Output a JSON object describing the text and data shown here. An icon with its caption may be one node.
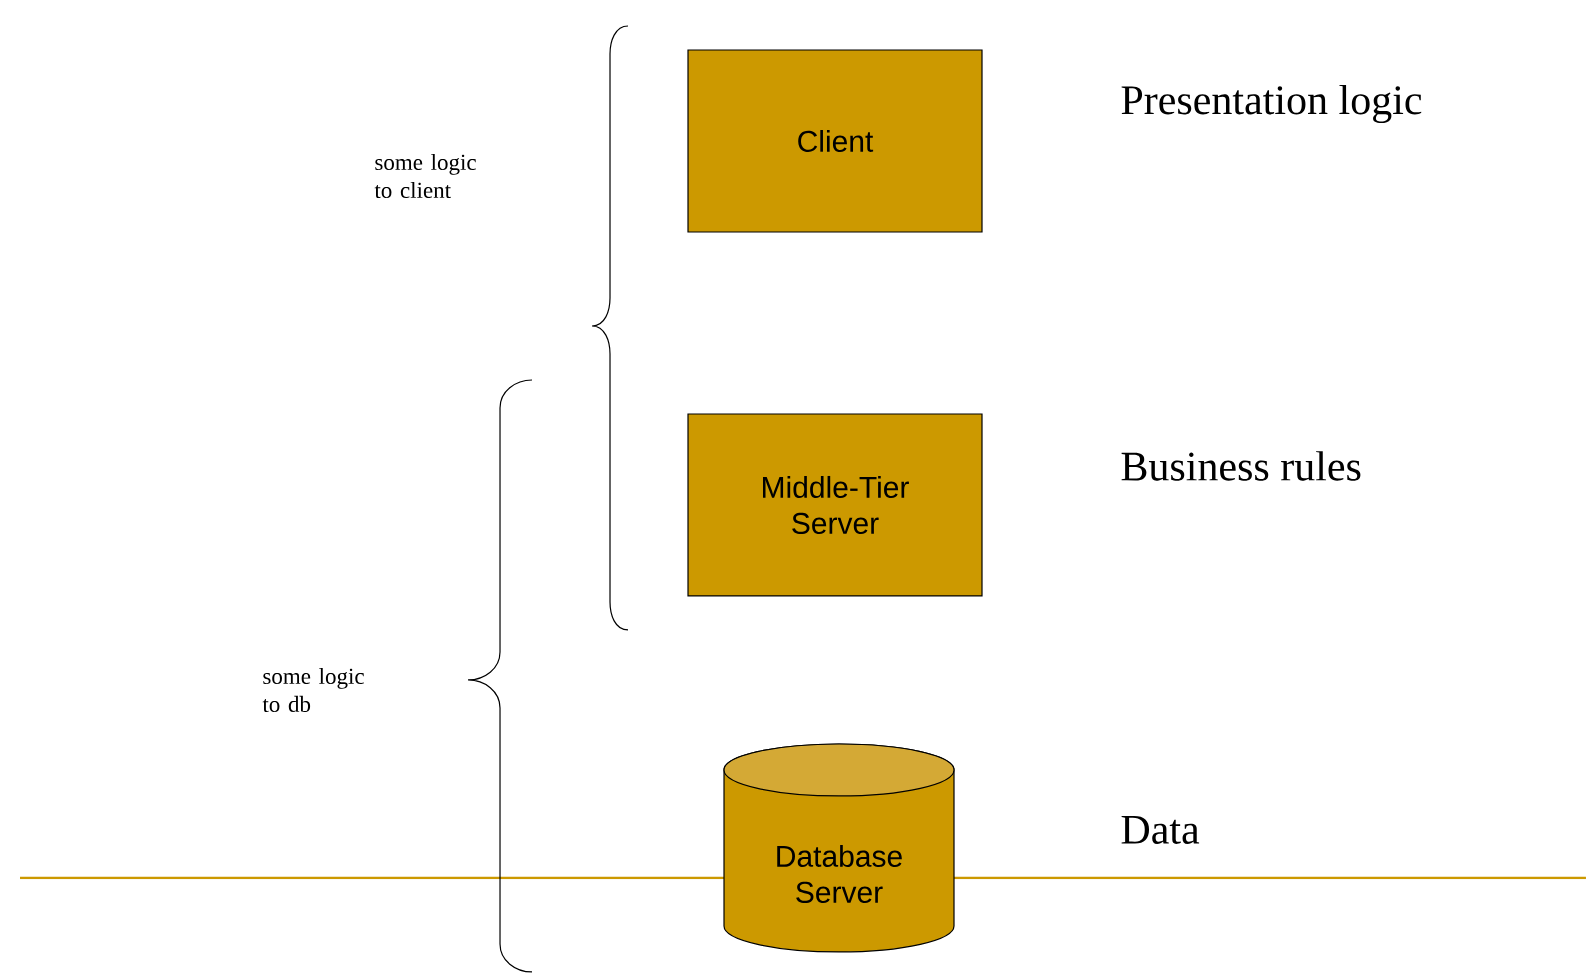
{
  "diagram": {
    "nodes": [
      {
        "text": [
          "Client"
        ]
      },
      {
        "text": [
          "Middle-Tier Server"
        ]
      },
      {
        "text": [
          "Database Server"
        ]
      }
    ],
    "labels": [
      "some logic to client",
      "Presentation logic",
      "Business rules",
      "some logic to db",
      "Data"
    ]
  }
}
